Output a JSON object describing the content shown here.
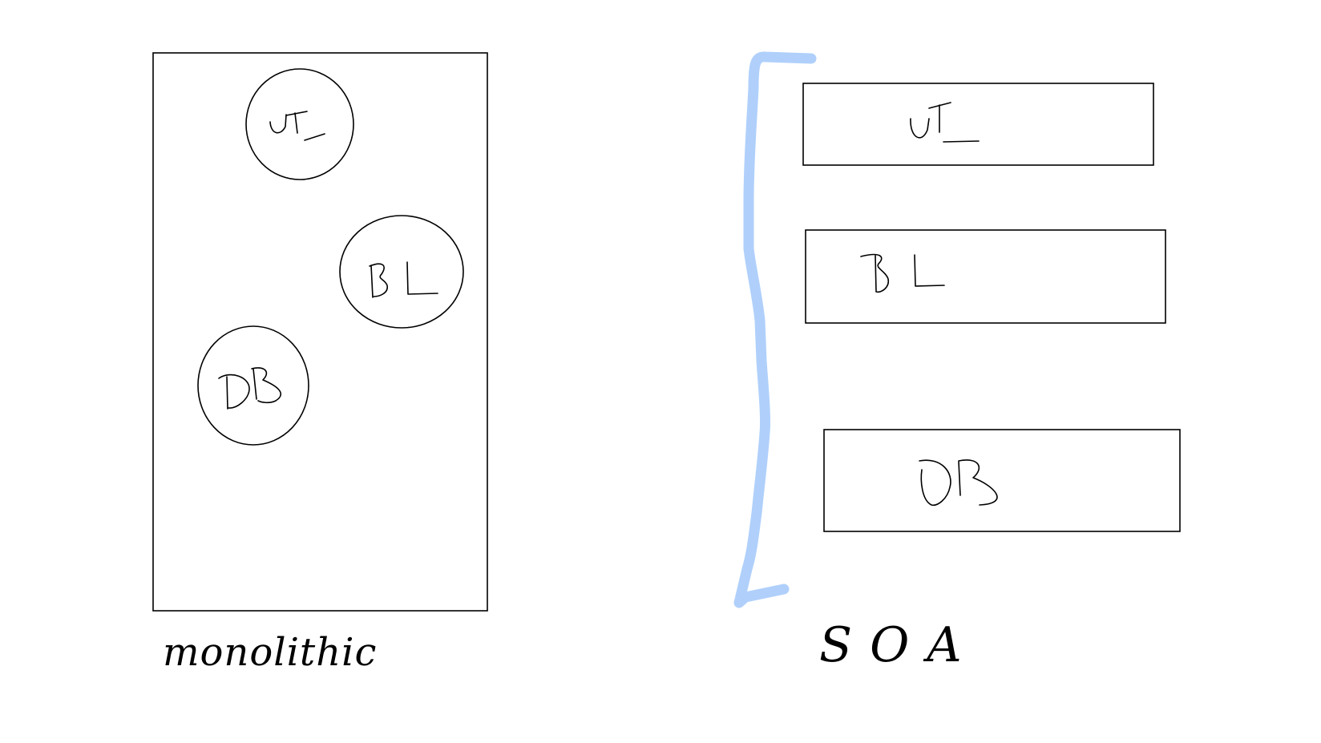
{
  "colors": {
    "ink": "#000000",
    "highlight": "#b0d0fb",
    "background": "#ffffff"
  },
  "monolithic": {
    "caption": "monolithic",
    "components": [
      "UI",
      "BL",
      "DB"
    ]
  },
  "soa": {
    "caption": "SOA",
    "components": [
      "UI",
      "BL",
      "DB"
    ]
  }
}
